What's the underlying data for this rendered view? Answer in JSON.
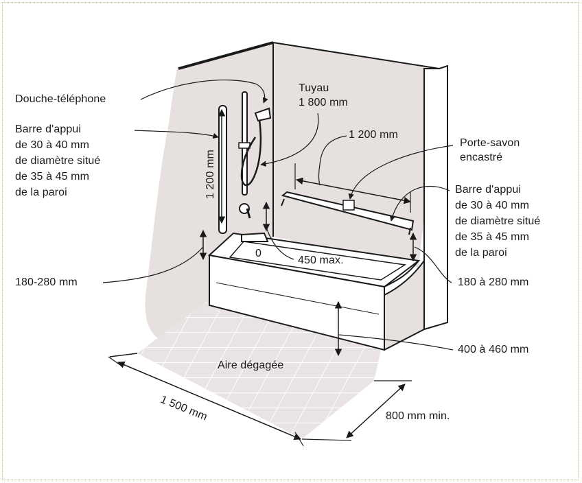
{
  "labels": {
    "hand_shower": "Douche-téléphone",
    "grab_bar_left": "Barre d'appui\nde 30 à 40 mm\nde diamètre situé\nde 35 à 45 mm\nde la paroi",
    "hose": "Tuyau\n1 800 mm",
    "bar_length_top": "1 200 mm",
    "soap_dish": "Porte-savon\nencastré",
    "grab_bar_right": "Barre d'appui\nde 30 à 40 mm\nde diamètre situé\nde 35 à 45 mm\nde la paroi",
    "vertical_bar_length": "1 200 mm",
    "zero_mark": "0",
    "max_450": "450 max.",
    "height_left": "180-280 mm",
    "height_right": "180 à 280 mm",
    "tub_height": "400 à 460 mm",
    "clear_area": "Aire dégagée",
    "floor_length": "1 500 mm",
    "floor_width": "800 mm min."
  },
  "colors": {
    "wall_fill": "#e6e0df",
    "floor_fill": "#e9e4e3",
    "line": "#1a1a1a",
    "frame_border": "#b8c46a"
  }
}
